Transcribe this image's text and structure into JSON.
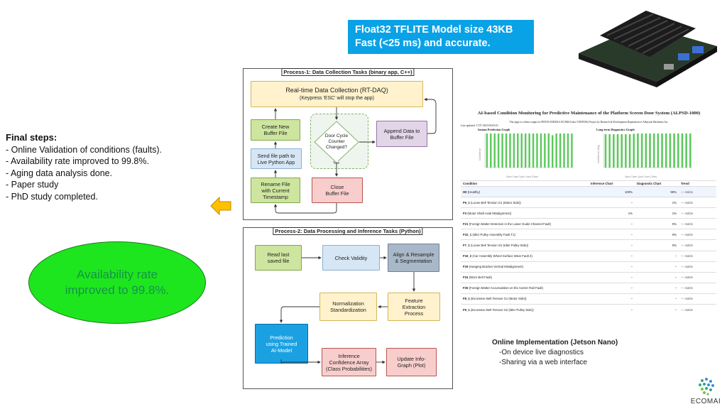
{
  "final_steps": {
    "heading": "Final steps:",
    "items": [
      "- Online Validation of conditions (faults).",
      "- Availability rate improved to 99.8%.",
      "- Aging data analysis done.",
      "- Paper study",
      "- PhD study completed."
    ]
  },
  "ellipse_text": "Availability rate improved to 99.8%.",
  "banner": {
    "line1": "Float32 TFLITE Model size 43KB",
    "line2": "Fast (<25 ms) and accurate."
  },
  "process1": {
    "title": "Process-1: Data Collection Tasks (binary app, C++)",
    "rtdaq": "Real-time Data Collection (RT-DAQ)",
    "rtdaq_sub": "(Keypress 'ESC' will stop the app)",
    "create": "Create New Buffer File",
    "send": "Send file path to Live Python App",
    "rename": "Rename File with Current Timestamp",
    "decision": "Door Cycle Counter Changed?",
    "yes": "Yes",
    "append": "Append Data to Buffer File",
    "close": "Close Buffer File"
  },
  "process2": {
    "title": "Process-2: Data Processing and Inference Tasks (Python)",
    "read": "Read last saved file",
    "check": "Check Validity",
    "align": "Align & Resample & Segmentation",
    "feature": "Feature Extraction Process",
    "norm": "Normalization Standardization",
    "predict": "Prediction using Trained AI-Model",
    "infer": "Inference Confidence Array (Class Probabilities)",
    "update": "Update Info-Graph (Plot)"
  },
  "dashboard": {
    "title": "AI-based Condition Monitoring for Predictive Maintenance of the Platform Screen Door System (ALPSD-1000)",
    "subtitle": "This page is a demo output for PENTA EUREKA ECOMAI (also TUBITAK) Project by Research & Development Department of Albayrak Machinery Inc.",
    "updated": "Last updated: 17.07.2023 09:03:01",
    "columns": [
      "Condition",
      "Inference Chart",
      "Diagnostic Chart",
      "Trend"
    ],
    "rows": [
      {
        "code": "H0",
        "name": "(Healthy)",
        "inf": "100%",
        "diag": "99%",
        "trend": "— stable"
      },
      {
        "code": "F6_1",
        "name": "(Loose Belt Tension G1 (Motor Side))",
        "inf": "–",
        "diag": "1%",
        "trend": "— stable"
      },
      {
        "code": "F3",
        "name": "(Motor Shaft Axial Misalignment)",
        "inf": "1%",
        "diag": "1%",
        "trend": "— stable"
      },
      {
        "code": "F21",
        "name": "(Foreign Matter Detection in the Lower Guide Channel Fault)",
        "inf": "–",
        "diag": "0%",
        "trend": "— stable"
      },
      {
        "code": "F10_1",
        "name": "(Idler Pulley Assembly Fault T1)",
        "inf": "–",
        "diag": "0%",
        "trend": "— stable"
      },
      {
        "code": "F7_1",
        "name": "(Loose Belt Tension G2 (Idler Pulley Side))",
        "inf": "–",
        "diag": "0%",
        "trend": "— stable"
      },
      {
        "code": "F16_2",
        "name": "(Car Assembly Wheel Surface Wear Fault 2)",
        "inf": "–",
        "diag": "–",
        "trend": "— stable"
      },
      {
        "code": "F19",
        "name": "(Hanging Bracket Vertical Misalignment)",
        "inf": "–",
        "diag": "–",
        "trend": "— stable"
      },
      {
        "code": "F24",
        "name": "(Worn Belt Fault)",
        "inf": "–",
        "diag": "–",
        "trend": "— stable"
      },
      {
        "code": "F25",
        "name": "(Foreign Matter Accumulation on the Carrier Rail Fault)",
        "inf": "–",
        "diag": "–",
        "trend": "— stable"
      },
      {
        "code": "F8_1",
        "name": "(Excessive Belt Tension G1 (Motor Side))",
        "inf": "–",
        "diag": "–",
        "trend": "— stable"
      },
      {
        "code": "F9_1",
        "name": "(Excessive Belt Tension G2 (Idler Pulley Side))",
        "inf": "–",
        "diag": "–",
        "trend": "— stable"
      }
    ]
  },
  "chart_data": [
    {
      "type": "bar",
      "title": "Instant Prediction Graph",
      "xlabel": "Open Close Cycle Count (Time)",
      "ylabel": "Confidence",
      "ylim": [
        0,
        1
      ],
      "bar_color": "#5cc95c",
      "values": [
        1,
        1,
        1,
        1,
        1,
        1,
        1,
        1,
        1,
        1,
        1,
        1,
        1,
        1,
        1,
        1,
        1,
        0.95,
        1,
        1,
        1,
        1,
        1
      ]
    },
    {
      "type": "bar",
      "title": "Long-term Diagnostics Graph",
      "xlabel": "Open Close Cycle Count (Time)",
      "ylabel": "Confidence (Avg)",
      "ylim": [
        0,
        1
      ],
      "bar_color": "#5cc95c",
      "values": [
        0.98,
        0.98,
        0.98,
        0.98,
        0.98,
        0.98,
        0.98,
        0.99,
        1,
        1,
        1,
        1,
        1,
        1,
        1,
        1,
        1,
        1,
        1,
        1,
        1,
        1
      ]
    }
  ],
  "online": {
    "title": "Online Implementation (Jetson Nano)",
    "line1": "-On device live diagnostics",
    "line2": "-Sharing via a web interface"
  },
  "logo": "ECOMAI"
}
